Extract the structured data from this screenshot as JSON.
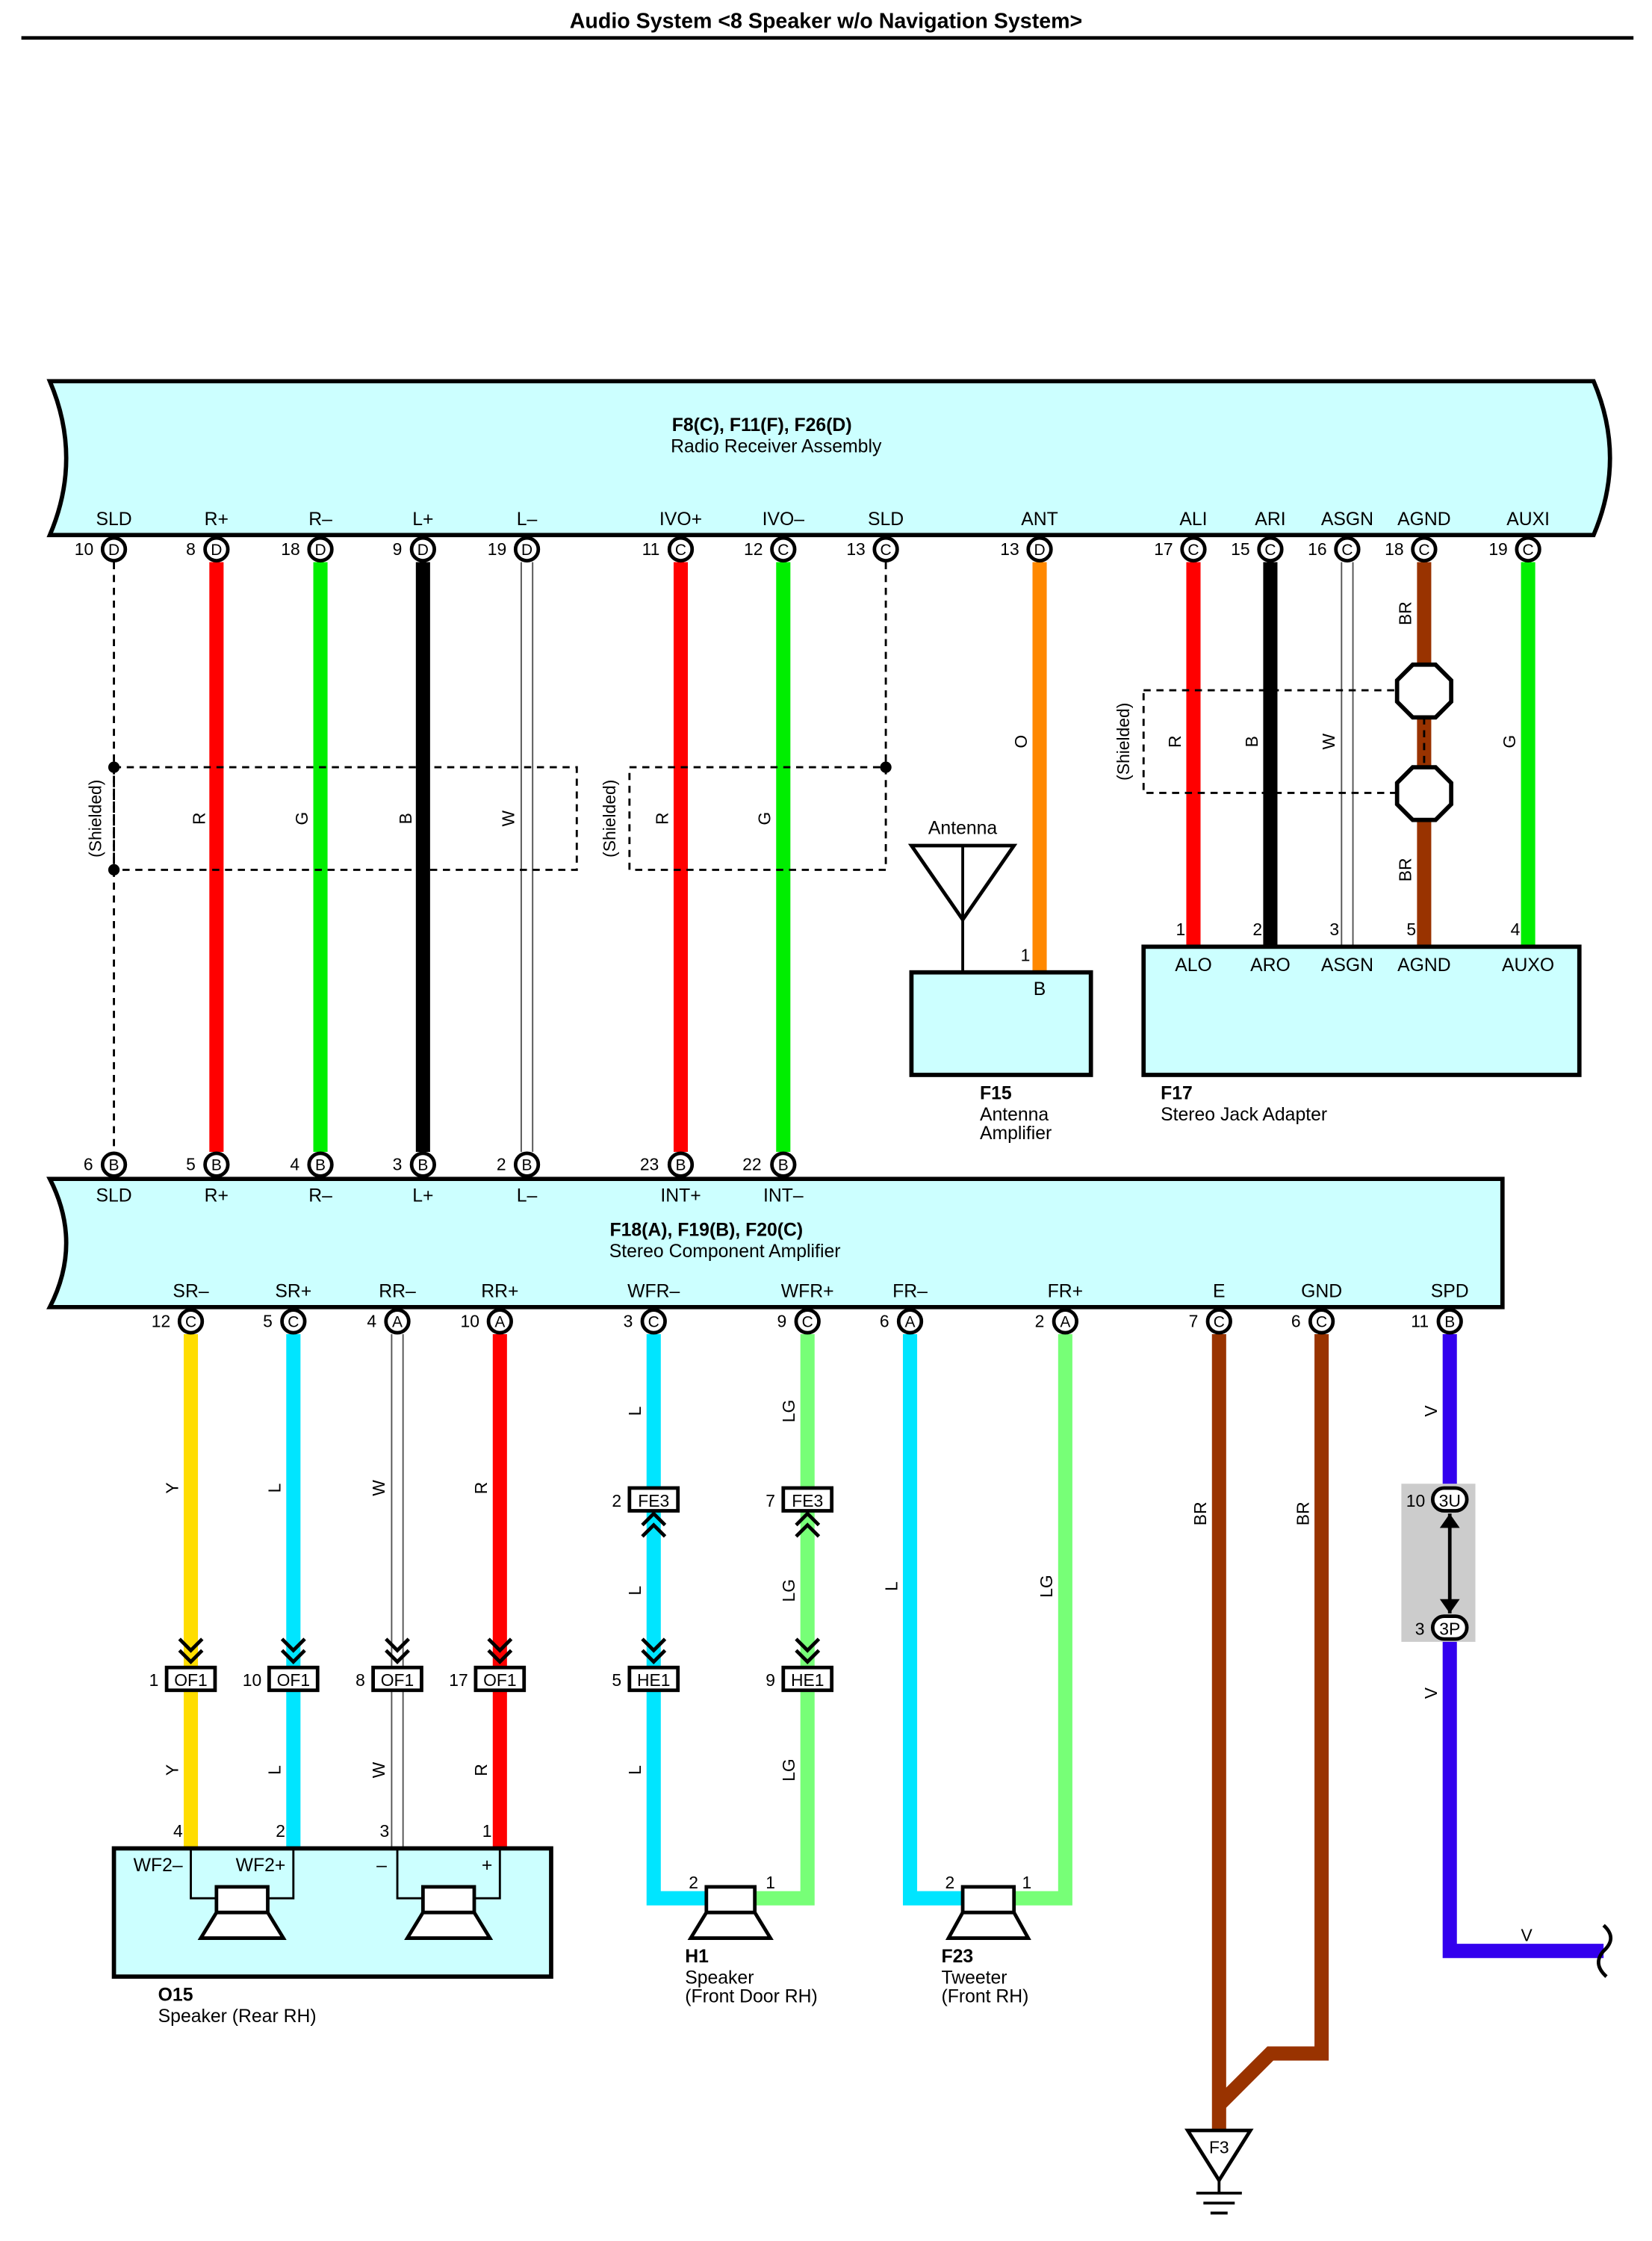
{
  "title": "Audio System <8 Speaker w/o Navigation System>",
  "shielded_label": "(Shielded)",
  "components": {
    "radio": {
      "id": "F8(C), F11(F), F26(D)",
      "name": "Radio Receiver Assembly"
    },
    "amp": {
      "id": "F18(A), F19(B), F20(C)",
      "name": "Stereo Component Amplifier"
    },
    "antenna_amp": {
      "id": "F15",
      "name_line1": "Antenna",
      "name_line2": "Amplifier",
      "pin_label": "B",
      "pin_num": "1"
    },
    "antenna": {
      "label": "Antenna"
    },
    "jack": {
      "id": "F17",
      "name": "Stereo Jack Adapter"
    },
    "rear_speaker": {
      "id": "O15",
      "name": "Speaker (Rear RH)",
      "t1": "WF2–",
      "t2": "WF2+",
      "t3": "–",
      "t4": "+"
    },
    "door_speaker": {
      "id": "H1",
      "name_line1": "Speaker",
      "name_line2": "(Front Door RH)"
    },
    "tweeter": {
      "id": "F23",
      "name_line1": "Tweeter",
      "name_line2": "(Front RH)"
    },
    "ground": {
      "id": "F3"
    }
  },
  "radio_pins": [
    {
      "label": "SLD",
      "num": "10",
      "conn": "D"
    },
    {
      "label": "R+",
      "num": "8",
      "conn": "D"
    },
    {
      "label": "R–",
      "num": "18",
      "conn": "D"
    },
    {
      "label": "L+",
      "num": "9",
      "conn": "D"
    },
    {
      "label": "L–",
      "num": "19",
      "conn": "D"
    },
    {
      "label": "IVO+",
      "num": "11",
      "conn": "C"
    },
    {
      "label": "IVO–",
      "num": "12",
      "conn": "C"
    },
    {
      "label": "SLD",
      "num": "13",
      "conn": "C"
    },
    {
      "label": "ANT",
      "num": "13",
      "conn": "D"
    },
    {
      "label": "ALI",
      "num": "17",
      "conn": "C"
    },
    {
      "label": "ARI",
      "num": "15",
      "conn": "C"
    },
    {
      "label": "ASGN",
      "num": "16",
      "conn": "C"
    },
    {
      "label": "AGND",
      "num": "18",
      "conn": "C"
    },
    {
      "label": "AUXI",
      "num": "19",
      "conn": "C"
    }
  ],
  "amp_top_pins": [
    {
      "label": "SLD",
      "num": "6",
      "conn": "B"
    },
    {
      "label": "R+",
      "num": "5",
      "conn": "B"
    },
    {
      "label": "R–",
      "num": "4",
      "conn": "B"
    },
    {
      "label": "L+",
      "num": "3",
      "conn": "B"
    },
    {
      "label": "L–",
      "num": "2",
      "conn": "B"
    },
    {
      "label": "INT+",
      "num": "23",
      "conn": "B"
    },
    {
      "label": "INT–",
      "num": "22",
      "conn": "B"
    }
  ],
  "amp_bottom_pins": [
    {
      "label": "SR–",
      "num": "12",
      "conn": "C"
    },
    {
      "label": "SR+",
      "num": "5",
      "conn": "C"
    },
    {
      "label": "RR–",
      "num": "4",
      "conn": "A"
    },
    {
      "label": "RR+",
      "num": "10",
      "conn": "A"
    },
    {
      "label": "WFR–",
      "num": "3",
      "conn": "C"
    },
    {
      "label": "WFR+",
      "num": "9",
      "conn": "C"
    },
    {
      "label": "FR–",
      "num": "6",
      "conn": "A"
    },
    {
      "label": "FR+",
      "num": "2",
      "conn": "A"
    },
    {
      "label": "E",
      "num": "7",
      "conn": "C"
    },
    {
      "label": "GND",
      "num": "6",
      "conn": "C"
    },
    {
      "label": "SPD",
      "num": "11",
      "conn": "B"
    }
  ],
  "jack_pins": [
    {
      "label": "ALO",
      "num": "1"
    },
    {
      "label": "ARO",
      "num": "2"
    },
    {
      "label": "ASGN",
      "num": "3"
    },
    {
      "label": "AGND",
      "num": "5"
    },
    {
      "label": "AUXO",
      "num": "4"
    }
  ],
  "wire_codes": {
    "top": [
      "R",
      "G",
      "B",
      "W",
      "R",
      "G",
      "O",
      "R",
      "B",
      "W",
      "BR",
      "BR",
      "G"
    ],
    "bottom_upper": [
      "Y",
      "L",
      "W",
      "R",
      "L",
      "LG",
      "L",
      "LG",
      "BR",
      "BR",
      "V"
    ],
    "bottom_mid": [
      "L",
      "LG"
    ],
    "bottom_lower": [
      "Y",
      "L",
      "W",
      "R",
      "L",
      "LG",
      "V"
    ],
    "spd_end": "V"
  },
  "inline_connectors": {
    "fe3": [
      {
        "num": "2",
        "name": "FE3"
      },
      {
        "num": "7",
        "name": "FE3"
      }
    ],
    "he1": [
      {
        "num": "5",
        "name": "HE1"
      },
      {
        "num": "9",
        "name": "HE1"
      }
    ],
    "of1": [
      {
        "num": "1",
        "name": "OF1"
      },
      {
        "num": "10",
        "name": "OF1"
      },
      {
        "num": "8",
        "name": "OF1"
      },
      {
        "num": "17",
        "name": "OF1"
      }
    ],
    "spd": [
      {
        "num": "10",
        "name": "3U"
      },
      {
        "num": "3",
        "name": "3P"
      }
    ]
  },
  "speaker_terminals": {
    "rear": [
      "4",
      "2",
      "3",
      "1"
    ],
    "door": [
      "2",
      "1"
    ],
    "tweeter": [
      "2",
      "1"
    ]
  },
  "colors": {
    "red": "#ff0000",
    "green": "#00ee00",
    "black": "#000000",
    "white": "#ffffff",
    "orange": "#ff8800",
    "brown": "#993300",
    "yellow": "#ffdd00",
    "cyan": "#00e5ff",
    "lightgreen": "#77ff77",
    "violet": "#3300ee",
    "box_fill": "#ccffff"
  }
}
